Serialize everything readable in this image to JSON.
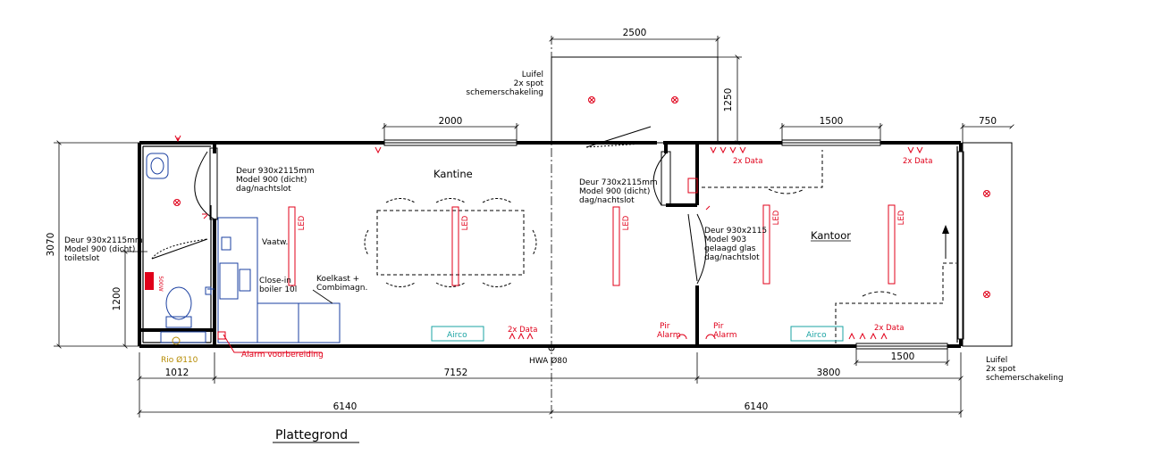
{
  "title": "Plattegrond",
  "rooms": {
    "kantine": "Kantine",
    "kantoor": "Kantoor"
  },
  "dimensions": {
    "top_canopy": "2500",
    "canopy_depth": "1250",
    "kantine_window": "2000",
    "kantoor_window": "1500",
    "right_canopy": "750",
    "height_total": "3070",
    "toilet_height": "1200",
    "bottom_window": "1500",
    "seg1": "1012",
    "seg2": "7152",
    "seg3": "3800",
    "half_left": "6140",
    "half_right": "6140"
  },
  "labels": {
    "luifel_top": [
      "Luifel",
      "2x spot",
      "schemerschakeling"
    ],
    "luifel_right": [
      "Luifel",
      "2x spot",
      "schemerschakeling"
    ],
    "door_toilet": [
      "Deur 930x2115mm",
      "Model 900 (dicht)",
      "toiletslot"
    ],
    "door_front": [
      "Deur 930x2115mm",
      "Model 900 (dicht)",
      "dag/nachtslot"
    ],
    "door_mid": [
      "Deur 730x2115mm",
      "Model 900 (dicht)",
      "dag/nachtslot"
    ],
    "door_office": [
      "Deur 930x2115",
      "Model 903",
      "gelaagd glas",
      "dag/nachtslot"
    ],
    "vaatw": "Vaatw.",
    "boiler": [
      "Close-in",
      "boiler 10l"
    ],
    "koelkast": [
      "Koelkast +",
      "Combimagn."
    ],
    "hwa": "HWA Ø80",
    "rio": "Rio Ø110",
    "alarm_prep": "Alarm voorbereiding",
    "pir_left": [
      "Pir",
      "Alarm"
    ],
    "pir_right": [
      "Pir",
      "Alarm"
    ],
    "data_office_top_left": "2x Data",
    "data_office_top_right": "2x Data",
    "data_kantine": "2x Data",
    "data_office_bottom": "2x Data",
    "airco_left": "Airco",
    "airco_right": "Airco",
    "led": "LED",
    "wh": "500W"
  },
  "colors": {
    "wall": "#000000",
    "electric": "#e0001a",
    "airco": "#1aa3a3",
    "sewer": "#b58a00"
  }
}
